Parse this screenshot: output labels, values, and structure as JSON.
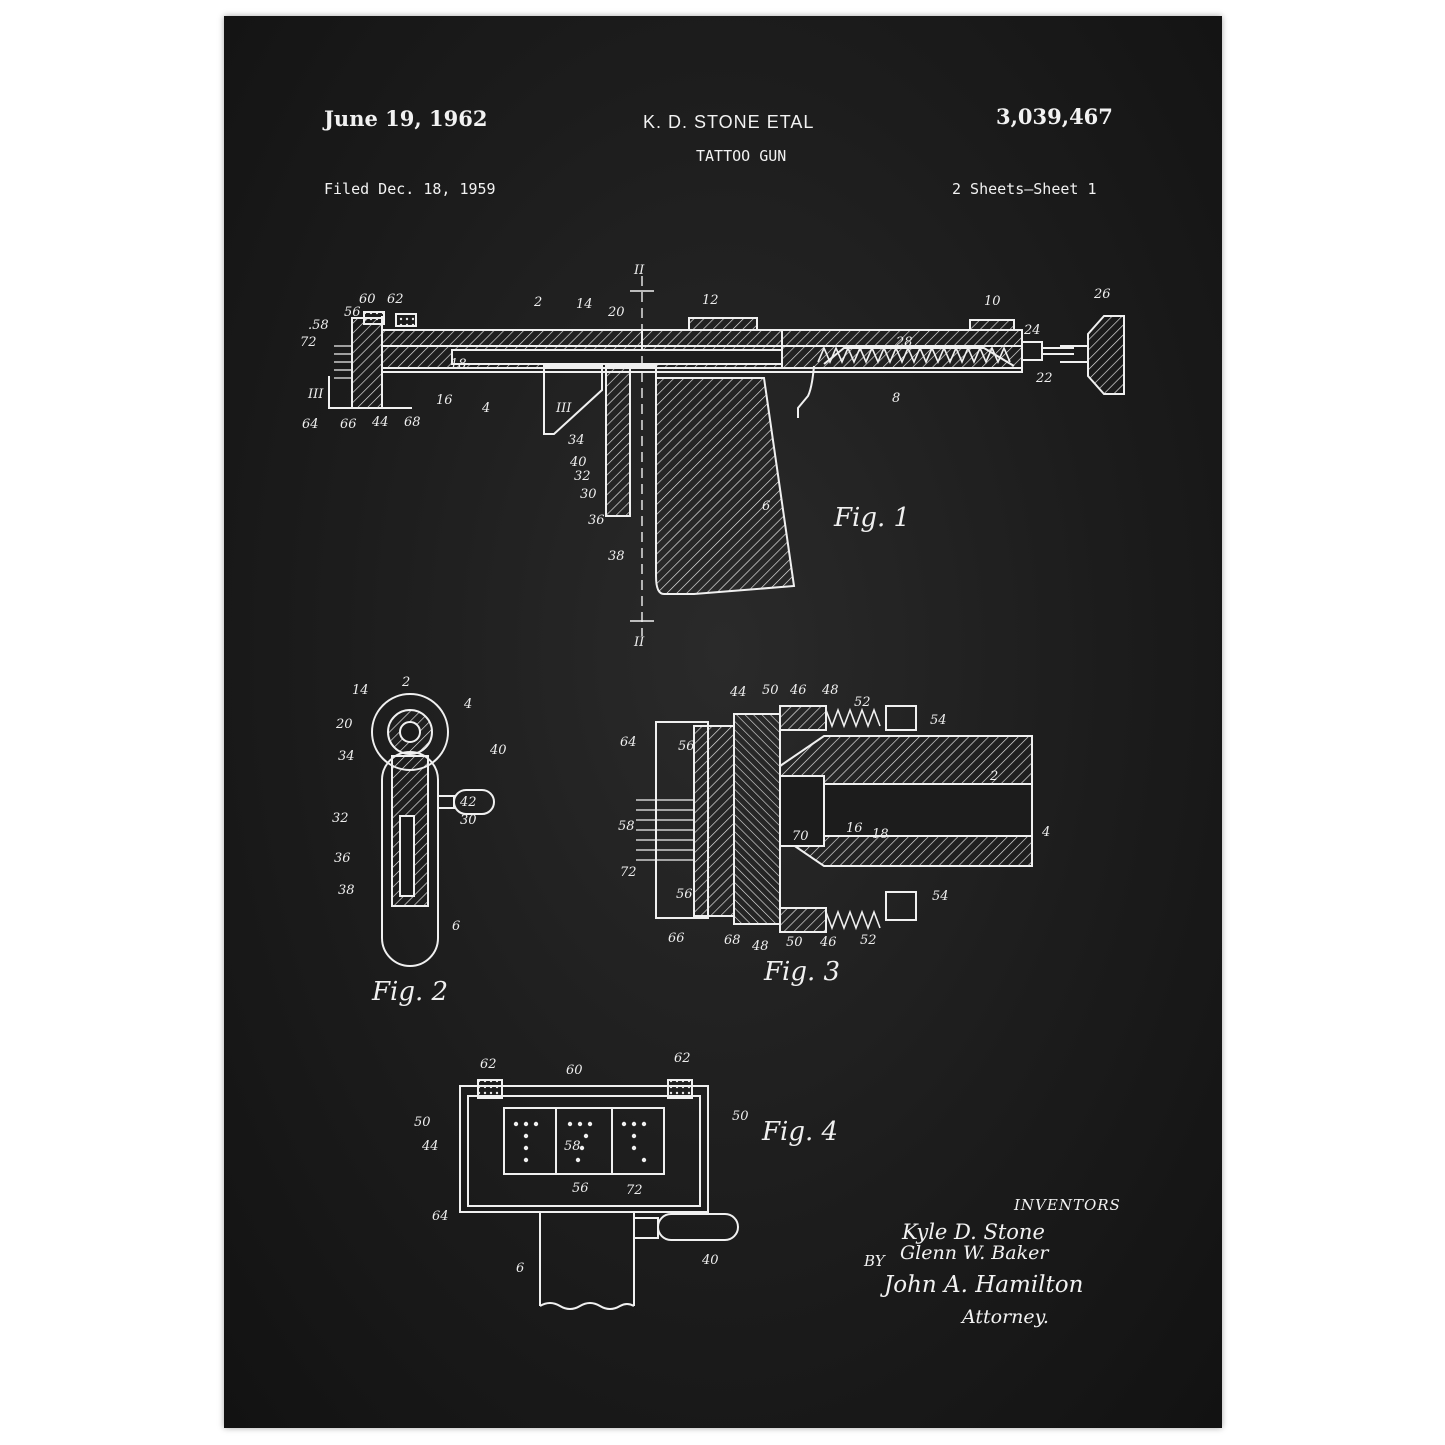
{
  "header": {
    "date": "June 19, 1962",
    "inventor_name": "K. D. STONE ETAL",
    "patent_number": "3,039,467",
    "title": "TATTOO GUN",
    "filed": "Filed Dec. 18, 1959",
    "sheets": "2 Sheets—Sheet 1"
  },
  "figures": {
    "fig1": "Fig. 1",
    "fig2": "Fig. 2",
    "fig3": "Fig. 3",
    "fig4": "Fig. 4"
  },
  "section_marks": {
    "two": "II",
    "three": "III"
  },
  "signature_block": {
    "inventors_label": "INVENTORS",
    "inventor_1": "Kyle D. Stone",
    "by": "BY",
    "inventor_2": "Glenn W. Baker",
    "attorney_signature": "John A. Hamilton",
    "attorney_label": "Attorney."
  },
  "colors": {
    "paper": "#1c1c1c",
    "ink": "#f2f2f2",
    "frame": "#ffffff"
  }
}
